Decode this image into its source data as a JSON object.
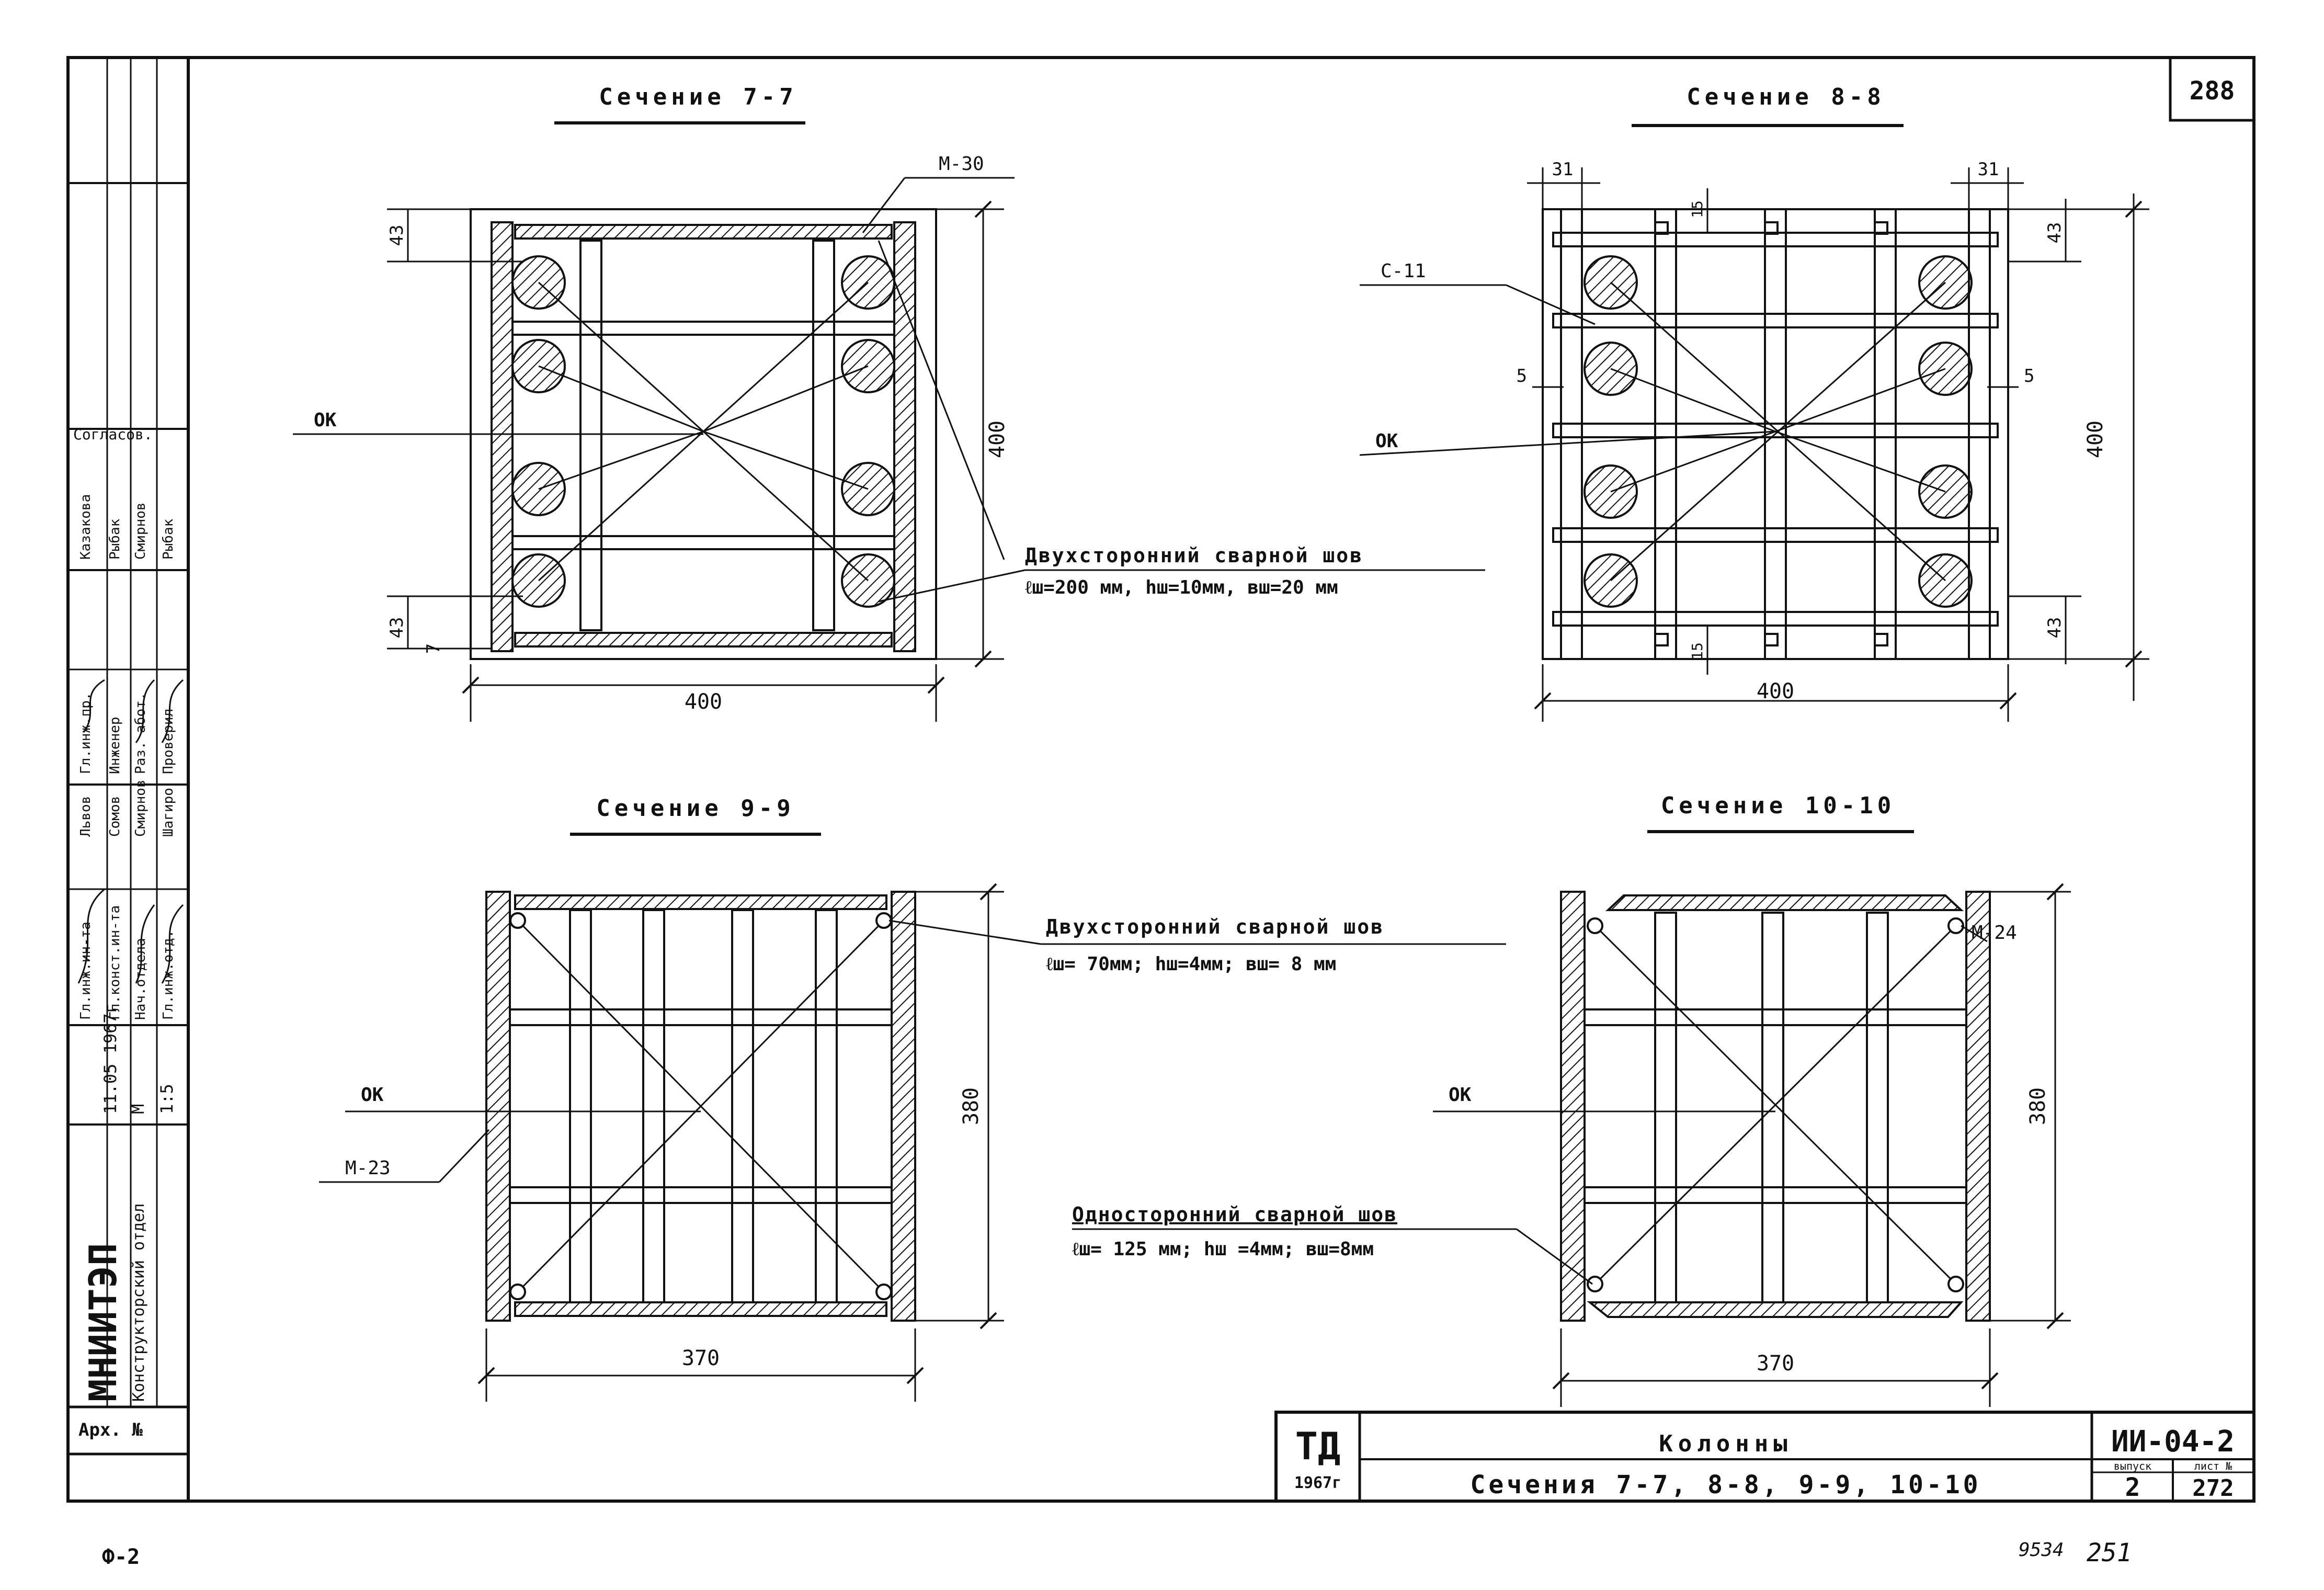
{
  "sheet_number": "288",
  "sections": [
    {
      "title": "Сечение 7-7",
      "width": "400",
      "height": "400",
      "edge_top": "43",
      "edge_bottom": "43",
      "plate_offset": "7",
      "axis": "ОК",
      "part": "М-30",
      "weld_title": "Двухсторонний сварной шов",
      "weld_params": "ℓш=200 мм, hш=10мм, вш=20 мм"
    },
    {
      "title": "Сечение 8-8",
      "width": "400",
      "height": "400",
      "side_left": "31",
      "side_right": "31",
      "edge_top": "43",
      "edge_bottom": "43",
      "gap_top": "15",
      "gap_bottom": "15",
      "inset_left": "5",
      "inset_right": "5",
      "axis": "ОК",
      "part": "С-11"
    },
    {
      "title": "Сечение 9-9",
      "width": "370",
      "height": "380",
      "axis": "ОК",
      "part": "М-23",
      "weld_title": "Двухсторонний сварной шов",
      "weld_params": "ℓш= 70мм; hш=4мм; вш= 8 мм"
    },
    {
      "title": "Сечение 10-10",
      "width": "370",
      "height": "380",
      "axis": "ОК",
      "part": "М-24",
      "weld_title": "Односторонний сварной шов",
      "weld_params": "ℓш= 125 мм; hш =4мм; вш=8мм"
    }
  ],
  "title_block": {
    "logo": "ТД",
    "year": "1967г",
    "title": "Колонны",
    "subtitle": "Сечения 7-7, 8-8, 9-9, 10-10",
    "series": "ИИ-04-2",
    "issue_label": "выпуск",
    "issue": "2",
    "sheet_label": "лист №",
    "sheet": "272"
  },
  "side_stamp": {
    "org": "МНИИТЭП",
    "dept": "Конструкторский отдел",
    "date": "11.05 1967г",
    "scale_label": "М",
    "scale": "1:5",
    "arch": "Арх. №",
    "approvals": "Согласов.",
    "roles": [
      "Гл.инж.ин-та",
      "Гл.конст.ин-та",
      "Нач.отдела",
      "Гл.инж.отд.",
      "Гл.инж.пр.",
      "Инженер",
      "Раз. абот.",
      "Проверил"
    ],
    "names": [
      "Львов",
      "Сомов",
      "Смирнов",
      "Шагиро",
      "Казакова",
      "Рыбак",
      "Смирнов",
      "Рыбак"
    ]
  },
  "footer": {
    "format": "Ф-2",
    "code": "9534",
    "handwritten": "251"
  }
}
